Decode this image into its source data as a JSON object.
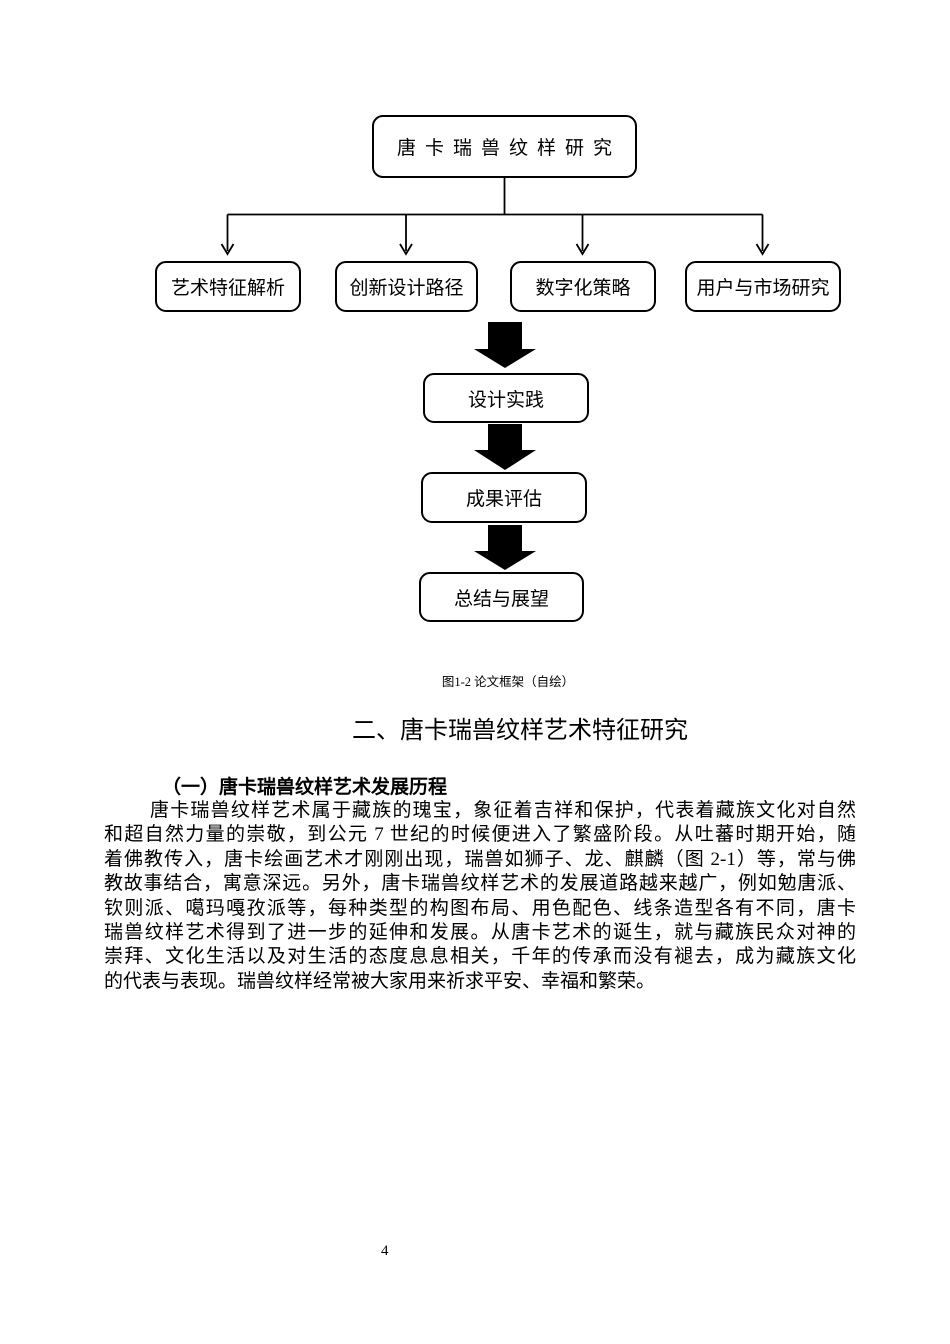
{
  "figure": {
    "root": "唐卡瑞兽纹样研究",
    "branches": [
      "艺术特征解析",
      "创新设计路径",
      "数字化策略",
      "用户与市场研究"
    ],
    "sequence": [
      "设计实践",
      "成果评估",
      "总结与展望"
    ],
    "caption": "图1-2 论文框架（自绘）"
  },
  "section": {
    "heading": "二、唐卡瑞兽纹样艺术特征研究",
    "subheading": "（一）唐卡瑞兽纹样艺术发展历程",
    "paragraph_lines": [
      "唐卡瑞兽纹样艺术属于藏族的瑰宝，象征着吉祥和保护，代表着藏族文化对自然",
      "和超自然力量的崇敬，到公元 7 世纪的时候便进入了繁盛阶段。从吐蕃时期开始，随",
      "着佛教传入，唐卡绘画艺术才刚刚出现，瑞兽如狮子、龙、麒麟（图 2-1）等，常与佛",
      "教故事结合，寓意深远。另外，唐卡瑞兽纹样艺术的发展道路越来越广，例如勉唐派、",
      "钦则派、噶玛嘎孜派等，每种类型的构图布局、用色配色、线条造型各有不同，唐卡",
      "瑞兽纹样艺术得到了进一步的延伸和发展。从唐卡艺术的诞生，就与藏族民众对神的",
      "崇拜、文化生活以及对生活的态度息息相关，千年的传承而没有褪去，成为藏族文化",
      "的代表与表现。瑞兽纹样经常被大家用来祈求平安、幸福和繁荣。"
    ]
  },
  "page_number": "4",
  "colors": {
    "ink": "#000000",
    "paper": "#ffffff"
  }
}
